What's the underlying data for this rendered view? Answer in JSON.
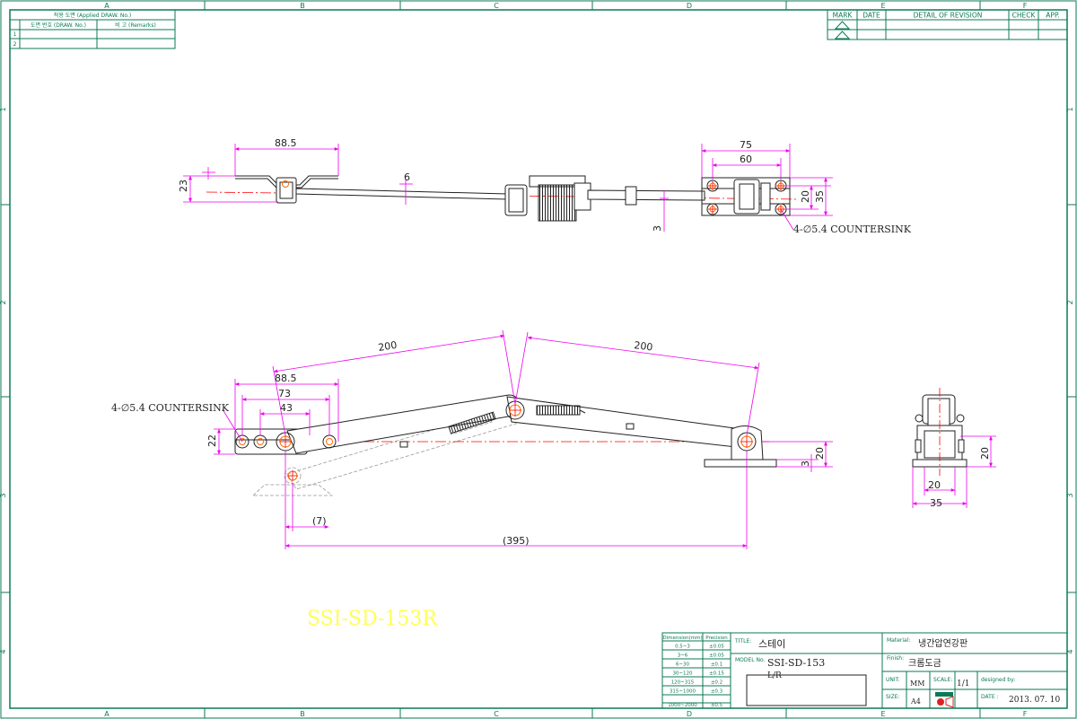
{
  "colors": {
    "frame": "#0b7a56",
    "part": "#222222",
    "dim": "#ee00ee",
    "center": "#ff0000",
    "hole": "#ff6a00",
    "watermark": "#ffff55",
    "ghost": "#999999"
  },
  "grid": {
    "cols_top": [
      "A",
      "B",
      "C",
      "D",
      "E",
      "F"
    ],
    "cols_bottom": [
      "A",
      "B",
      "C",
      "D",
      "E",
      "F"
    ],
    "rows_left": [
      "1",
      "2",
      "3",
      "4"
    ],
    "rows_right": [
      "1",
      "2",
      "3",
      "4"
    ]
  },
  "applied_table": {
    "header": "적용 도면 (Applied DRAW. No.)",
    "col1": "도면 번호 (DRAW. No.)",
    "col2": "비 고 (Remarks)",
    "rows": [
      "1",
      "2"
    ]
  },
  "revision_table": {
    "mark": "MARK",
    "date": "DATE",
    "detail": "DETAIL OF REVISION",
    "check": "CHECK",
    "app": "APP."
  },
  "top_view": {
    "dims": {
      "d88_5": "88.5",
      "d23": "23",
      "d6": "6",
      "d3": "3",
      "d75": "75",
      "d60": "60",
      "d20": "20",
      "d35": "35"
    },
    "note": "4-∅5.4 COUNTERSINK"
  },
  "front_view": {
    "dims": {
      "d200a": "200",
      "d200b": "200",
      "d88_5": "88.5",
      "d73": "73",
      "d43": "43",
      "d22": "22",
      "d20": "20",
      "d3": "3",
      "d7": "(7)",
      "d395": "(395)"
    },
    "note": "4-∅5.4 COUNTERSINK"
  },
  "side_view": {
    "dims": {
      "d20h": "20",
      "d35": "35",
      "d20v": "20"
    }
  },
  "watermark": "SSI-SD-153R",
  "title_block": {
    "precision_header": [
      "Dimension(mm)",
      "Precision"
    ],
    "precision_rows": [
      [
        "0.5~3",
        "±0.05"
      ],
      [
        "3~6",
        "±0.05"
      ],
      [
        "6~30",
        "±0.1"
      ],
      [
        "30~120",
        "±0.15"
      ],
      [
        "120~315",
        "±0.2"
      ],
      [
        "315~1000",
        "±0.3"
      ],
      [
        "1000~2000",
        "±0.5"
      ]
    ],
    "title_label": "TITLE:",
    "title_value": "스테이",
    "model_label": "MODEL No.",
    "model_value": "SSI-SD-153",
    "model_sub": "L/R",
    "material_label": "Material:",
    "material_value": "냉간압연강판",
    "finish_label": "Finish:",
    "finish_value": "크롬도금",
    "unit_label": "UNIT:",
    "unit_value": "MM",
    "scale_label": "SCALE:",
    "scale_value": "1/1",
    "designed_label": "designed by:",
    "size_label": "SIZE:",
    "size_value": "A4",
    "date_label": "DATE :",
    "date_value": "2013. 07. 10"
  }
}
